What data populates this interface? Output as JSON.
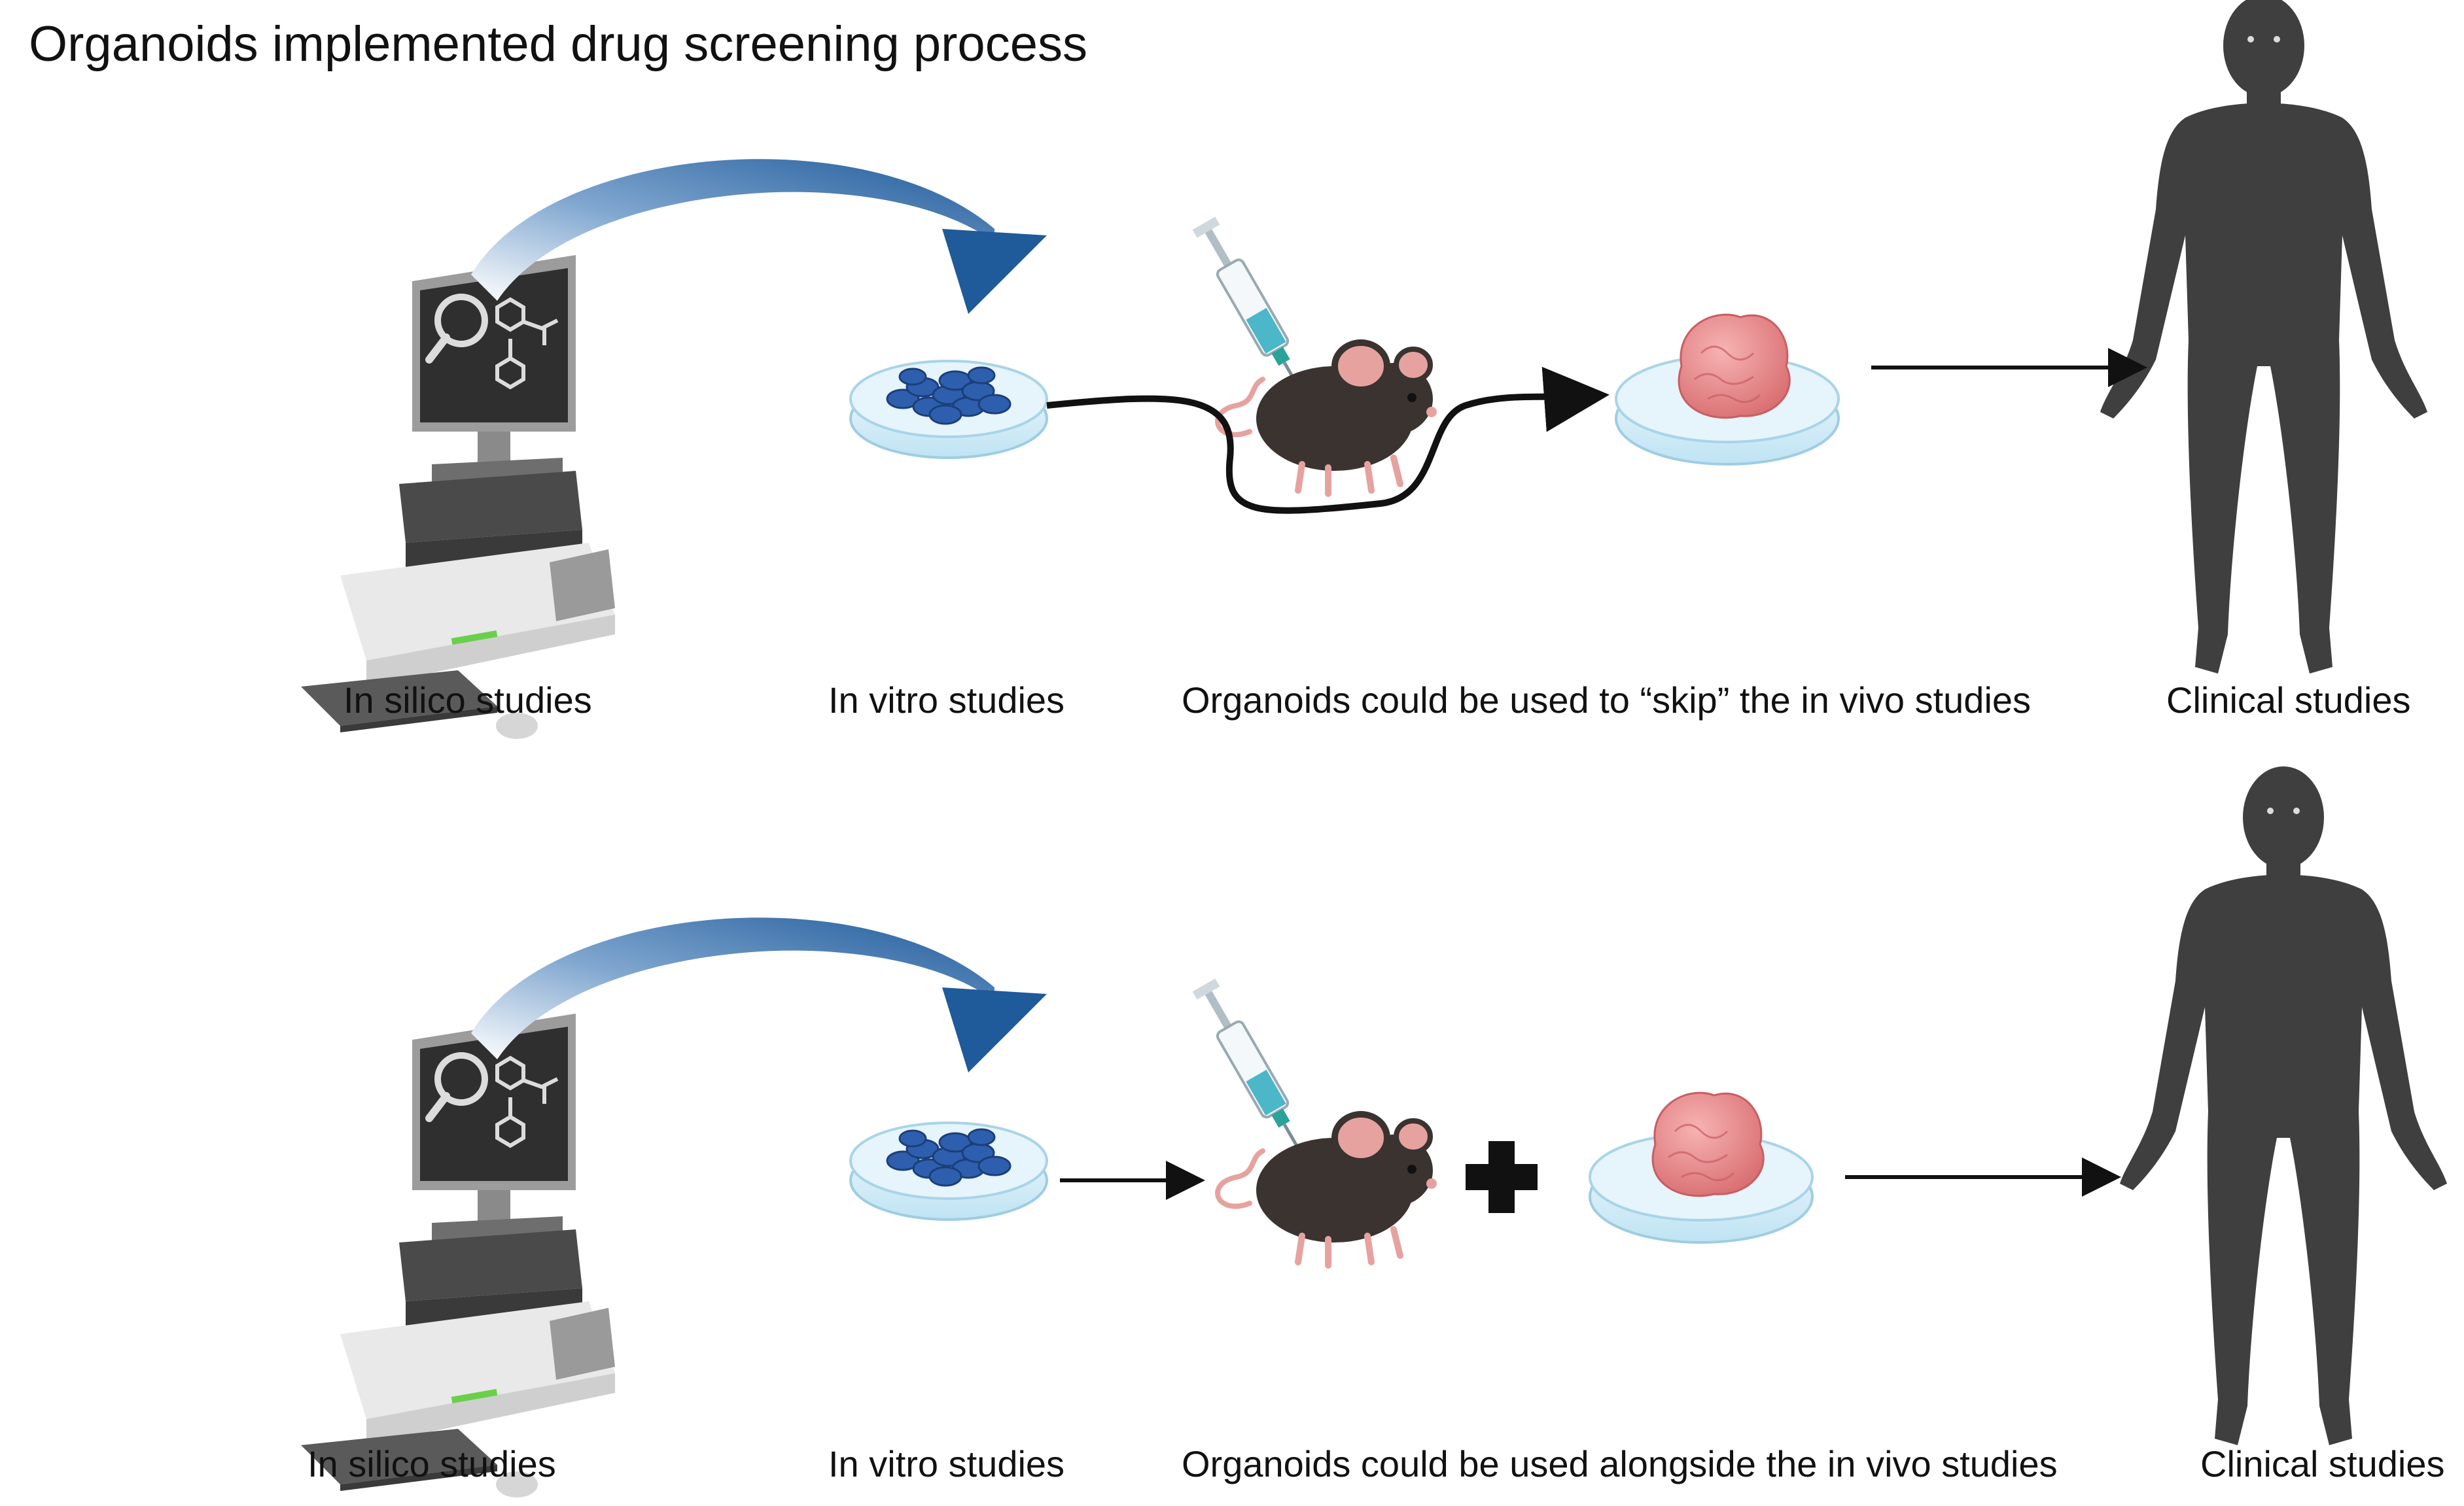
{
  "title": "Organoids implemented drug screening process",
  "rows": [
    {
      "labels": {
        "in_silico": "In silico studies",
        "in_vitro": "In vitro studies",
        "organoid_step": "Organoids could be used to “skip” the in vivo studies",
        "clinical": "Clinical studies"
      }
    },
    {
      "labels": {
        "in_silico": "In silico studies",
        "in_vitro": "In vitro studies",
        "organoid_step": "Organoids could be used alongside the in vivo studies",
        "clinical": "Clinical studies"
      }
    }
  ],
  "colors": {
    "curved_arrow": "#1f5a9a",
    "monitor_body": "#9a9a9a",
    "screen": "#2f2f2f",
    "cells": "#2e5fae",
    "dish": "#d8eef8",
    "mouse": "#3a3330",
    "mouse_pink": "#e6a29f",
    "organoid": "#ee8f8f",
    "human": "#3f3f3f",
    "arrow": "#111111"
  },
  "icons": [
    "computer-icon",
    "curved-arrow-icon",
    "petri-dish-cells-icon",
    "syringe-icon",
    "mouse-icon",
    "petri-dish-organoid-icon",
    "plus-icon",
    "human-silhouette-icon"
  ]
}
